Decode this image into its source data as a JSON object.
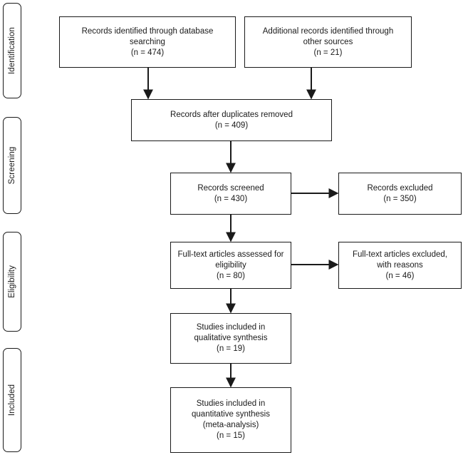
{
  "phases": {
    "identification": "Identification",
    "screening": "Screening",
    "eligibility": "Eligibility",
    "included": "Included"
  },
  "boxes": {
    "db_search": {
      "line1": "Records identified through database",
      "line2": "searching",
      "line3": "(n = 474)"
    },
    "other_sources": {
      "line1": "Additional records identified through",
      "line2": "other sources",
      "line3": "(n = 21)"
    },
    "duplicates_removed": {
      "line1": "Records after duplicates removed",
      "line2": "(n = 409)"
    },
    "screened": {
      "line1": "Records screened",
      "line2": "(n = 430)"
    },
    "excluded": {
      "line1": "Records excluded",
      "line2": "(n = 350)"
    },
    "fulltext_assessed": {
      "line1": "Full-text articles assessed for",
      "line2": "eligibility",
      "line3": "(n = 80)"
    },
    "fulltext_excluded": {
      "line1": "Full-text articles excluded,",
      "line2": "with reasons",
      "line3": "(n = 46)"
    },
    "qualitative": {
      "line1": "Studies included in",
      "line2": "qualitative synthesis",
      "line3": "(n = 19)"
    },
    "quantitative": {
      "line1": "Studies included in",
      "line2": "quantitative synthesis",
      "line3": "(meta-analysis)",
      "line4": "(n = 15)"
    }
  }
}
